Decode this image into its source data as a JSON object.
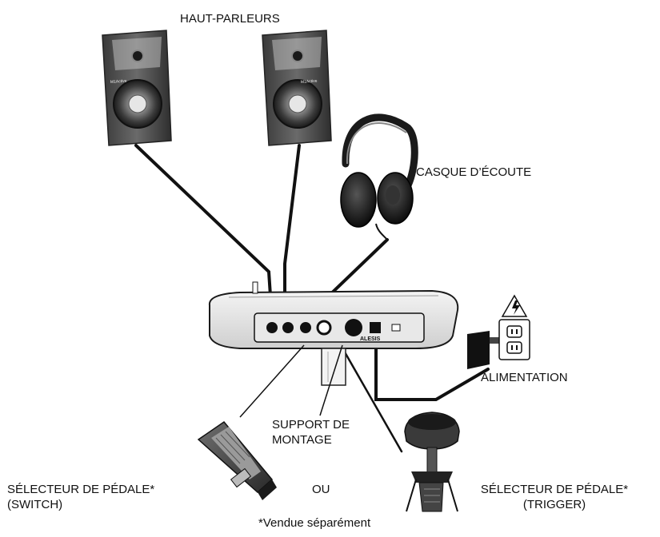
{
  "labels": {
    "speakers": "HAUT-PARLEURS",
    "headphones": "CASQUE D’ÉCOUTE",
    "power": "ALIMENTATION",
    "mount_line1": "SUPPORT DE",
    "mount_line2": "MONTAGE",
    "pedal_switch_line1": "SÉLECTEUR DE PÉDALE*",
    "pedal_switch_line2": "(SWITCH)",
    "or": "OU",
    "pedal_trigger_line1": "SÉLECTEUR DE PÉDALE*",
    "pedal_trigger_line2": "(TRIGGER)",
    "footnote": "*Vendue séparément"
  },
  "brand_marks": {
    "speaker_logo": "M1Active",
    "device_logo": "ALESIS"
  },
  "icons": [
    "speaker-icon",
    "headphones-icon",
    "drum-module-icon",
    "power-adapter-icon",
    "wall-outlet-icon",
    "high-voltage-icon",
    "switch-pedal-icon",
    "trigger-pedal-icon"
  ]
}
